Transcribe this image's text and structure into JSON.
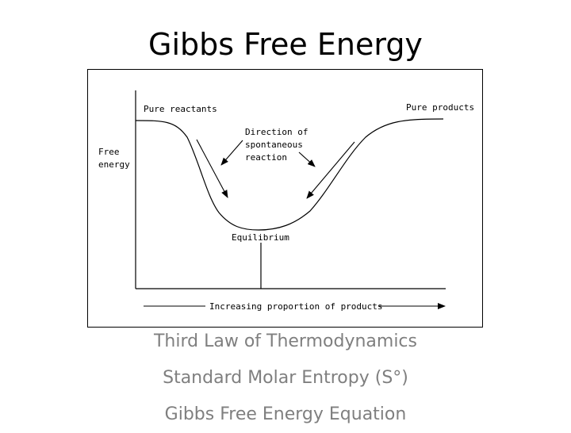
{
  "slide": {
    "title": "Gibbs Free Energy"
  },
  "figure": {
    "y_label_line1": "Free",
    "y_label_line2": "energy",
    "label_left": "Pure reactants",
    "label_right": "Pure products",
    "annotation_line1": "Direction of",
    "annotation_line2": "spontaneous",
    "annotation_line3": "reaction",
    "equilibrium_label": "Equilibrium",
    "x_axis_label": "Increasing proportion of products"
  },
  "bullets": [
    "Third Law of Thermodynamics",
    "Standard Molar Entropy (S°)",
    "Gibbs Free Energy Equation"
  ],
  "colors": {
    "title": "#000000",
    "bullet_text": "#7f7f7f",
    "line": "#000000"
  }
}
